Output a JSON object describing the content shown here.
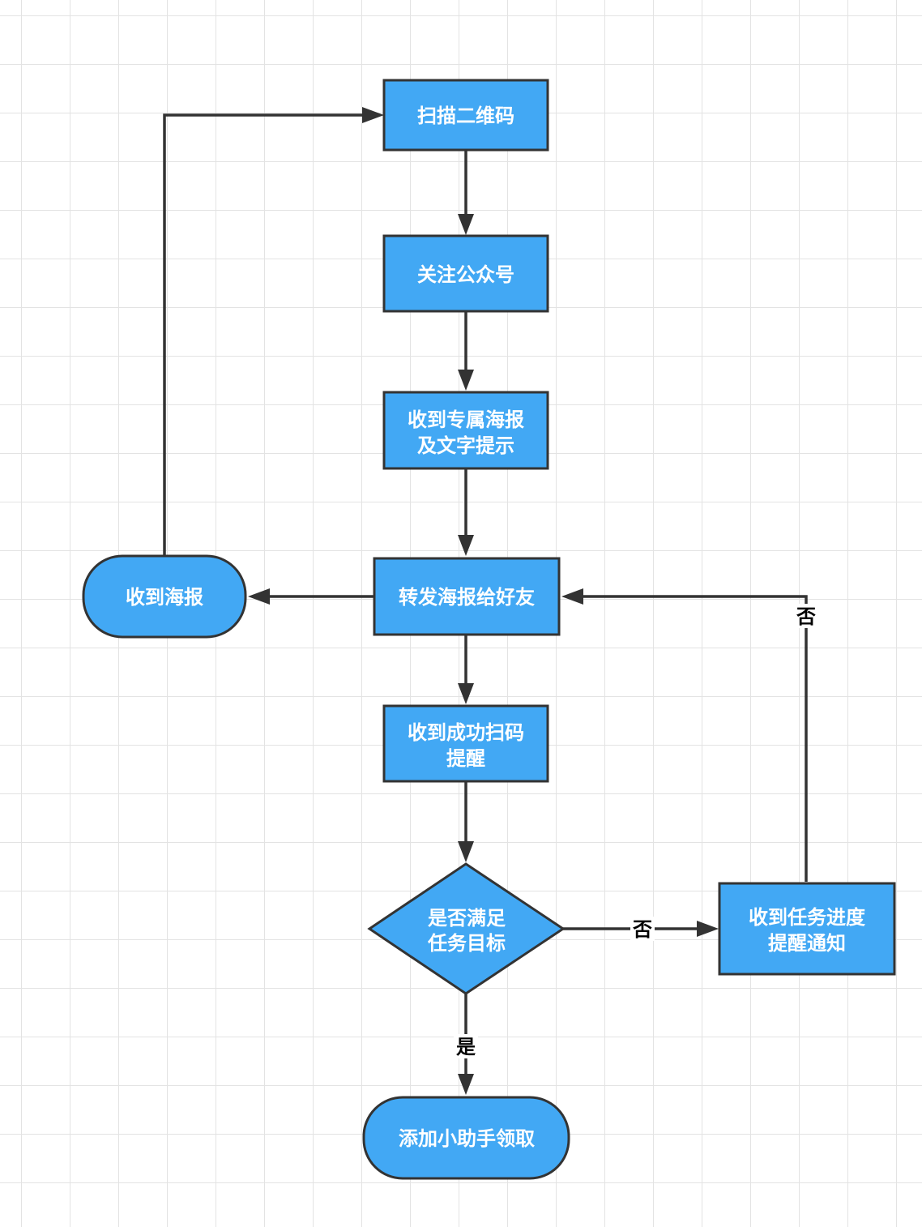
{
  "colors": {
    "node_fill": "#42a8f4",
    "node_stroke": "#333333",
    "edge": "#333333",
    "grid": "#e3e3e3"
  },
  "nodes": {
    "scan_qr": {
      "lines": [
        "扫描二维码"
      ]
    },
    "follow_account": {
      "lines": [
        "关注公众号"
      ]
    },
    "receive_poster_tips": {
      "lines": [
        "收到专属海报",
        "及文字提示"
      ]
    },
    "forward_poster": {
      "lines": [
        "转发海报给好友"
      ]
    },
    "friend_receives_poster": {
      "lines": [
        "收到海报"
      ]
    },
    "scan_success_notice": {
      "lines": [
        "收到成功扫码",
        "提醒"
      ]
    },
    "task_goal_check": {
      "lines": [
        "是否满足",
        "任务目标"
      ]
    },
    "task_progress_notice": {
      "lines": [
        "收到任务进度",
        "提醒通知"
      ]
    },
    "add_assistant_claim": {
      "lines": [
        "添加小助手领取"
      ]
    }
  },
  "edge_labels": {
    "no_right": "否",
    "no_up": "否",
    "yes_down": "是"
  }
}
